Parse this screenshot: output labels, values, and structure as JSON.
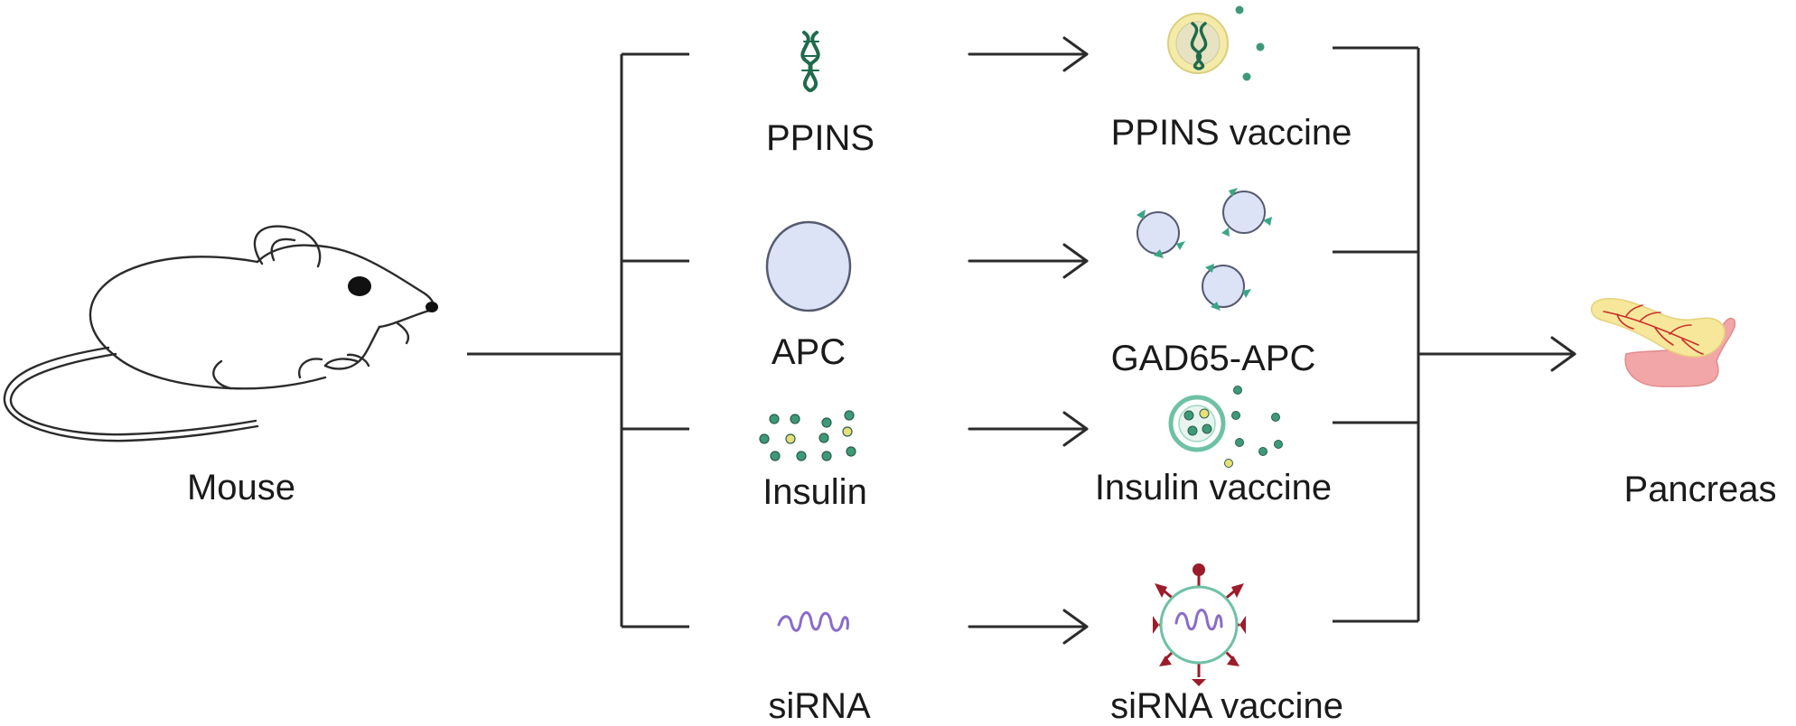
{
  "labels": {
    "mouse": "Mouse",
    "pancreas": "Pancreas",
    "sources": {
      "ppins": "PPINS",
      "apc": "APC",
      "insulin": "Insulin",
      "sirna": "siRNA"
    },
    "vaccines": {
      "ppins": "PPINS vaccine",
      "apc": "GAD65-APC",
      "insulin": "Insulin vaccine",
      "sirna": "siRNA vaccine"
    }
  },
  "icons": {
    "mouse": "mouse-icon",
    "ppins": "dna-helix-icon",
    "apc": "cell-icon",
    "insulin": "insulin-particles-icon",
    "sirna": "rna-strand-icon",
    "ppins_vaccine": "dna-nanoparticle-icon",
    "apc_vaccine": "antigen-presenting-cells-icon",
    "insulin_vaccine": "insulin-nanoparticle-icon",
    "sirna_vaccine": "sirna-nanoparticle-icon",
    "pancreas": "pancreas-icon"
  },
  "colors": {
    "line": "#2b2b2b",
    "dna": "#1f6b4c",
    "cell_fill": "#dde3f6",
    "cell_stroke": "#555b70",
    "particle_green": "#3d9a78",
    "particle_yellow": "#e7e079",
    "nanoparticle_yellow": "#f5eaa7",
    "rna_purple": "#8a6cc9",
    "spike_red": "#9b1c2a",
    "pancreas_yellow": "#f6e79a",
    "pancreas_pink": "#f3a6a8",
    "vessel_red": "#c9302c"
  }
}
